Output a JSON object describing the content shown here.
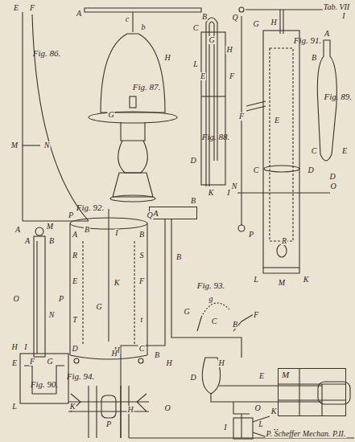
{
  "diagram": {
    "nodes": [
      {
        "text": [
          "A"
        ]
      },
      {
        "text": [
          "M"
        ]
      }
    ],
    "labels": [
      "Tab. VII",
      "Fig. 86.",
      "E",
      "F",
      "M",
      "N",
      "A",
      "B",
      "A",
      "c",
      "b",
      "B",
      "H",
      "Fig. 87.",
      "G",
      "C",
      "G",
      "H",
      "L",
      "E",
      "F",
      "Fig. 88.",
      "D",
      "K",
      "I",
      "B",
      "Q",
      "G",
      "H",
      "I",
      "F",
      "E",
      "Fig. 91.",
      "C",
      "D",
      "N",
      "O",
      "P",
      "R",
      "L",
      "K",
      "M",
      "A",
      "B",
      "Fig. 89.",
      "C",
      "E",
      "D",
      "M",
      "A",
      "B",
      "O",
      "P",
      "N",
      "H",
      "I",
      "F",
      "G",
      "E",
      "Fig. 90.",
      "L",
      "K",
      "Fig. 92.",
      "P",
      "Q",
      "I",
      "A",
      "B",
      "R",
      "S",
      "E",
      "F",
      "K",
      "G",
      "T",
      "t",
      "D",
      "H",
      "C",
      "B",
      "Fig. 93.",
      "H",
      "B",
      "G",
      "g",
      "C",
      "B",
      "F",
      "H",
      "H",
      "D",
      "E",
      "O",
      "O",
      "H",
      "I",
      "L",
      "K",
      "N",
      "Fig. 94.",
      "P",
      "P. Scheffer Mechan. P.II."
    ]
  }
}
